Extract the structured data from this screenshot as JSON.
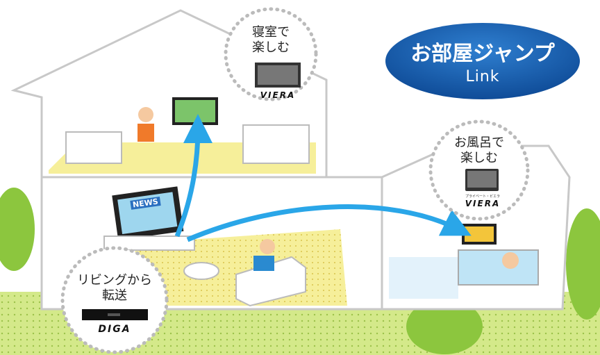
{
  "logo": {
    "title": "お部屋ジャンプ",
    "subtitle": "Link",
    "color": "#1a5aa8"
  },
  "bubbles": {
    "bedroom": {
      "line1": "寝室で",
      "line2": "楽しむ",
      "brand": "VIERA"
    },
    "bathroom": {
      "line1": "お風呂で",
      "line2": "楽しむ",
      "small_label": "プライベート・ビエラ",
      "brand": "VIERA"
    },
    "living": {
      "line1": "リビングから",
      "line2": "転送",
      "brand": "DIGA"
    }
  },
  "tv_screen_text": "NEWS",
  "colors": {
    "arrow": "#2aa6e8",
    "floor": "#f6ef9a",
    "lawn": "#c9e27a",
    "outline": "#c8c8c8"
  }
}
